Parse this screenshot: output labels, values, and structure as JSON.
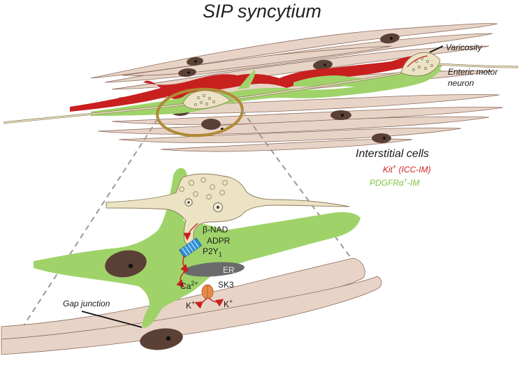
{
  "title": "SIP syncytium",
  "labels": {
    "varicosity": "Varicosity",
    "enteric_motor_neuron_1": "Enteric motor",
    "enteric_motor_neuron_2": "neuron",
    "interstitial_cells": "Interstitial cells",
    "kit_prefix": "Kit",
    "kit_sup": "+",
    "kit_suffix": " (ICC-IM)",
    "pdgfr_prefix": "PDGFRα",
    "pdgfr_sup": "+",
    "pdgfr_suffix": "-IM",
    "beta_nad": "β-NAD",
    "adpr": "ADPR",
    "p2y1_main": "P2Y",
    "p2y1_sub": "1",
    "er": "ER",
    "ca": "Ca",
    "ca_sup": "2+",
    "sk3": "SK3",
    "k_left": "K",
    "k_left_sup": "+",
    "k_right": "K",
    "k_right_sup": "+",
    "gap_junction": "Gap junction"
  },
  "colors": {
    "smooth_muscle_fill": "#e8d4c6",
    "smooth_muscle_stroke": "#8a6a5c",
    "smc_nucleus": "#5b4035",
    "icc_red": "#c8201e",
    "pdgfr_green": "#9fd36a",
    "neuron_fill": "#ece3c4",
    "neuron_stroke": "#8a7a5a",
    "highlight_ring": "#b08a36",
    "er_gray": "#6b6b6b",
    "receptor_blue": "#2e8fd6",
    "sk3_orange": "#e8894a",
    "arrow_red": "#c8201e",
    "kit_label_red": "#d02020",
    "pdgfr_label_green": "#7cc23a"
  }
}
